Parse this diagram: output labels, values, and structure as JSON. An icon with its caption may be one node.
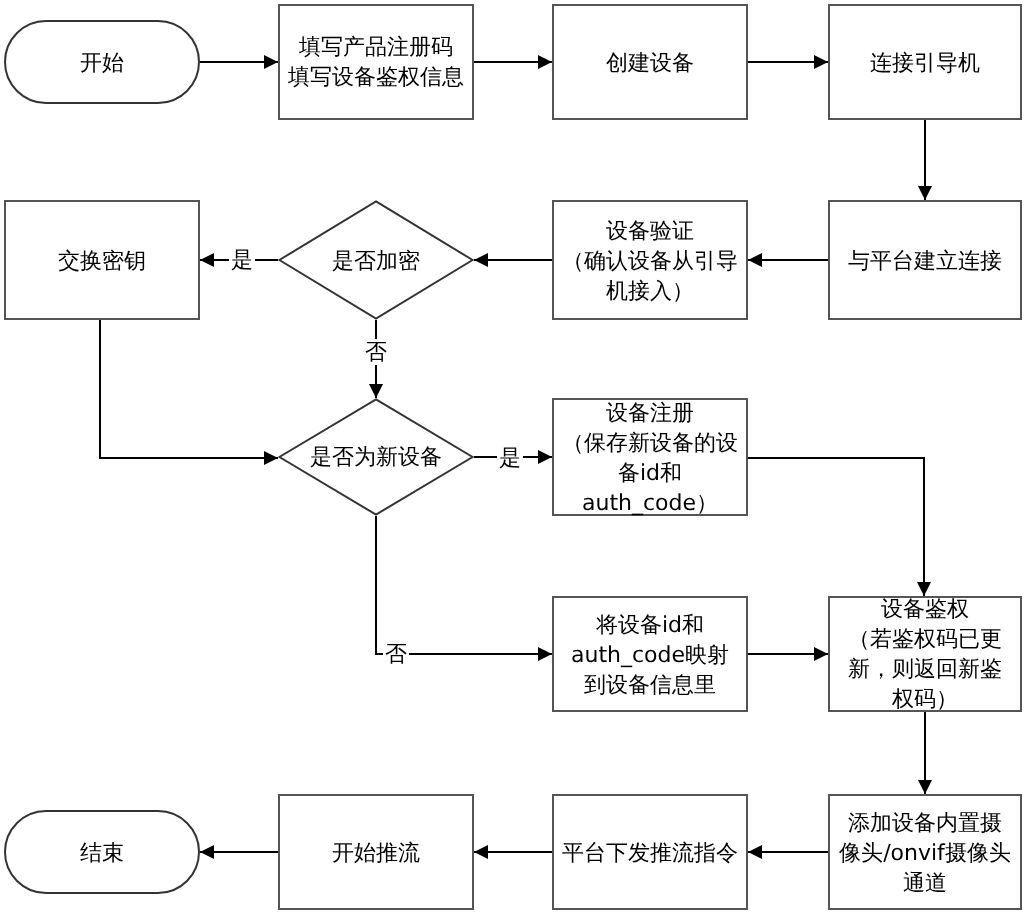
{
  "diagram": {
    "nodes": [
      {
        "text": [
          "开始"
        ]
      },
      {
        "text": [
          "填写产品注册码",
          "填写设备鉴权信息"
        ]
      },
      {
        "text": [
          "创建设备"
        ]
      },
      {
        "text": [
          "连接引导机"
        ]
      },
      {
        "text": [
          "与平台建立连接"
        ]
      },
      {
        "text": [
          "设备验证",
          "（确认设备从引导机接入）"
        ]
      },
      {
        "text": [
          "是否加密"
        ]
      },
      {
        "text": [
          "交换密钥"
        ]
      },
      {
        "text": [
          "是否为新设备"
        ]
      },
      {
        "text": [
          "设备注册",
          "（保存新设备的设备id和auth_code）"
        ]
      },
      {
        "text": [
          "将设备id和auth_code映射到设备信息里"
        ]
      },
      {
        "text": [
          "设备鉴权",
          "（若鉴权码已更新，则返回新鉴权码）"
        ]
      },
      {
        "text": [
          "添加设备内置摄像头/onvif摄像头通道"
        ]
      },
      {
        "text": [
          "平台下发推流指令"
        ]
      },
      {
        "text": [
          "开始推流"
        ]
      },
      {
        "text": [
          "结束"
        ]
      }
    ],
    "edges": [
      {
        "from": 0,
        "to": 1,
        "arrow": "to"
      },
      {
        "from": 1,
        "to": 2,
        "arrow": "to"
      },
      {
        "from": 2,
        "to": 3,
        "arrow": "to"
      },
      {
        "from": 3,
        "to": 4,
        "arrow": "to"
      },
      {
        "from": 4,
        "to": 5,
        "arrow": "to"
      },
      {
        "from": 5,
        "to": 6,
        "arrow": "to"
      },
      {
        "from": 6,
        "to": 7,
        "arrow": "to",
        "label": "是"
      },
      {
        "from": 6,
        "to": 8,
        "arrow": "to",
        "label": "否"
      },
      {
        "from": 7,
        "to": 8,
        "arrow": "to"
      },
      {
        "from": 8,
        "to": 9,
        "arrow": "to",
        "label": "是"
      },
      {
        "from": 8,
        "to": 10,
        "arrow": "to",
        "label": "否"
      },
      {
        "from": 9,
        "to": 11,
        "arrow": "to"
      },
      {
        "from": 10,
        "to": 11,
        "arrow": "to"
      },
      {
        "from": 11,
        "to": 12,
        "arrow": "to"
      },
      {
        "from": 12,
        "to": 13,
        "arrow": "to"
      },
      {
        "from": 13,
        "to": 14,
        "arrow": "to"
      },
      {
        "from": 14,
        "to": 15,
        "arrow": "to"
      }
    ]
  }
}
